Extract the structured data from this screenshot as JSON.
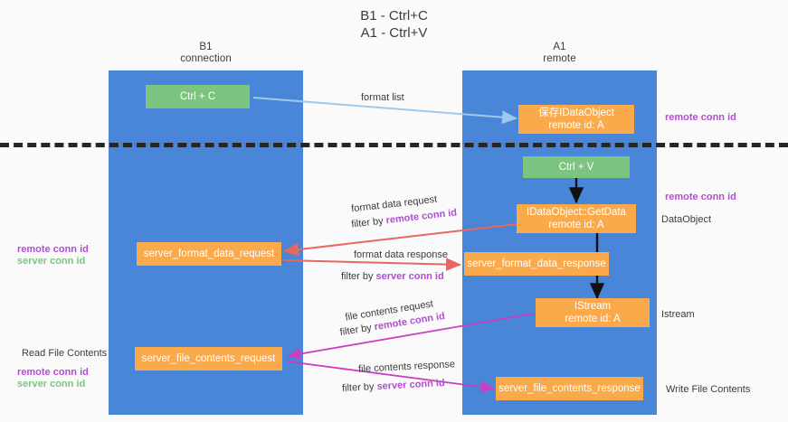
{
  "title": {
    "line1": "B1 - Ctrl+C",
    "line2": "A1 - Ctrl+V"
  },
  "lanes": [
    {
      "id": "b1",
      "title_line1": "B1",
      "title_line2": "connection",
      "color": "#4a86d8"
    },
    {
      "id": "a1",
      "title_line1": "A1",
      "title_line2": "remote",
      "color": "#4a86d8"
    }
  ],
  "nodes": {
    "ctrl_c": {
      "label": "Ctrl + C",
      "color": "#7cc47f"
    },
    "ctrl_v": {
      "label": "Ctrl + V",
      "color": "#7cc47f"
    },
    "store_dataobject": {
      "line1": "保存IDataObject",
      "line2": "remote id: A",
      "color": "#fbaa4b"
    },
    "getdata": {
      "line1": "IDataObject::GetData",
      "line2": "remote id: A",
      "color": "#fbaa4b"
    },
    "server_format_data_request": {
      "label": "server_format_data_request",
      "color": "#fbaa4b"
    },
    "server_format_data_response": {
      "label": "server_format_data_response",
      "color": "#fbaa4b"
    },
    "istream": {
      "line1": "IStream",
      "line2": "remote id: A",
      "color": "#fbaa4b"
    },
    "server_file_contents_request": {
      "label": "server_file_contents_request",
      "color": "#fbaa4b"
    },
    "server_file_contents_response": {
      "label": "server_file_contents_response",
      "color": "#fbaa4b"
    }
  },
  "edge_labels": {
    "format_list": "format list",
    "format_data_request": "format data request",
    "format_data_request_filter_prefix": "filter by ",
    "format_data_request_filter_key": "remote conn id",
    "format_data_response": "format data response",
    "format_data_response_filter_prefix": "filter by ",
    "format_data_response_filter_key": "server conn id",
    "file_contents_request": "file contents request",
    "file_contents_request_filter_prefix": "filter by ",
    "file_contents_request_filter_key": "remote conn id",
    "file_contents_response": "file contents response",
    "file_contents_response_filter_prefix": "filter by ",
    "file_contents_response_filter_key": "server conn id"
  },
  "annotations": {
    "right_remote_conn_id_top": "remote conn id",
    "right_remote_conn_id_mid": "remote conn id",
    "right_dataobject": "DataObject",
    "right_istream": "Istream",
    "right_write_file_contents": "Write File Contents",
    "left_remote_conn_id_mid": "remote conn id",
    "left_server_conn_id_mid": "server conn id",
    "left_read_file_contents": "Read File Contents",
    "left_remote_conn_id_bottom": "remote conn id",
    "left_server_conn_id_bottom": "server conn id"
  },
  "colors": {
    "lane": "#4a86d8",
    "green_node": "#7cc47f",
    "orange_node": "#fbaa4b",
    "purple_text": "#b04fd0",
    "green_text": "#7cc47f",
    "red_arrow": "#e8685f",
    "magenta_arrow": "#c93fc0",
    "blue_arrow": "#9ec9ee",
    "black_arrow": "#111111",
    "divider": "#262626",
    "background": "#fafafa"
  }
}
